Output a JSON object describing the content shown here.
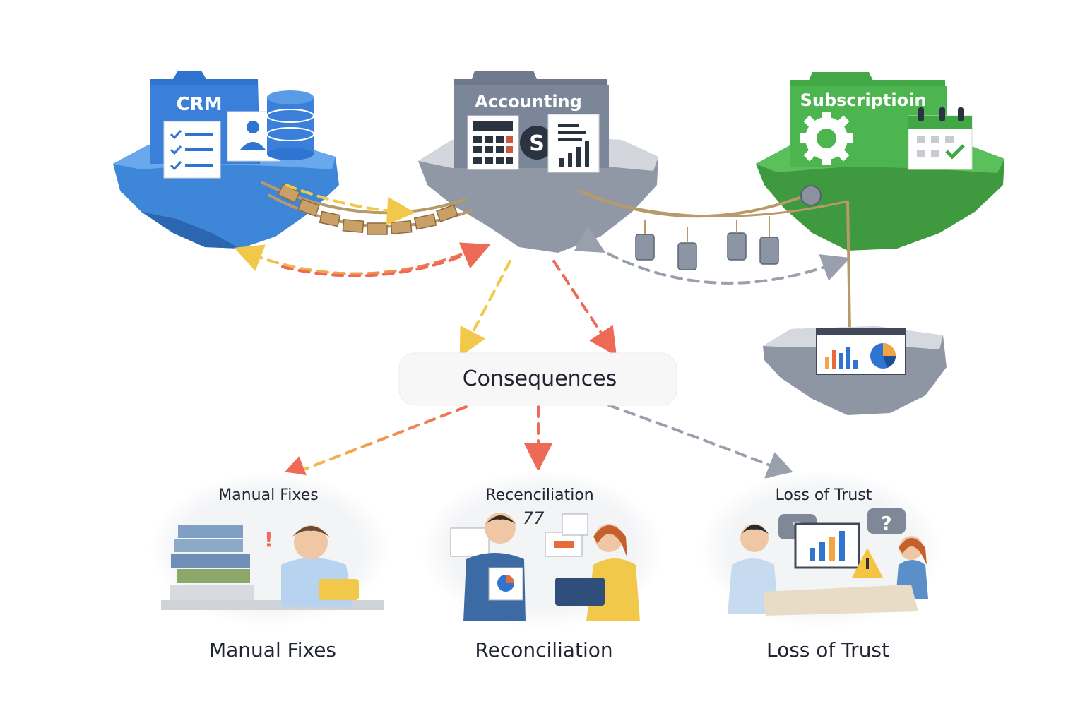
{
  "systems": {
    "crm": {
      "title": "CRM",
      "color": "#2f74d0"
    },
    "accounting": {
      "title": "Accounting",
      "color": "#7e8898"
    },
    "subscription": {
      "title": "Subscriptioin",
      "color": "#3fa845"
    }
  },
  "consequences": {
    "label": "Consequences"
  },
  "outcomes": [
    {
      "heading": "Manual Fixes",
      "caption": "Manual Fixes"
    },
    {
      "heading": "Recenciliation",
      "caption": "Reconciliation",
      "scribble": "77"
    },
    {
      "heading": "Loss of Trust",
      "caption": "Loss of Trust"
    }
  ],
  "arrow_colors": {
    "yellow": "#f2c84b",
    "red": "#ee6a57",
    "gray": "#9aa0ab"
  }
}
